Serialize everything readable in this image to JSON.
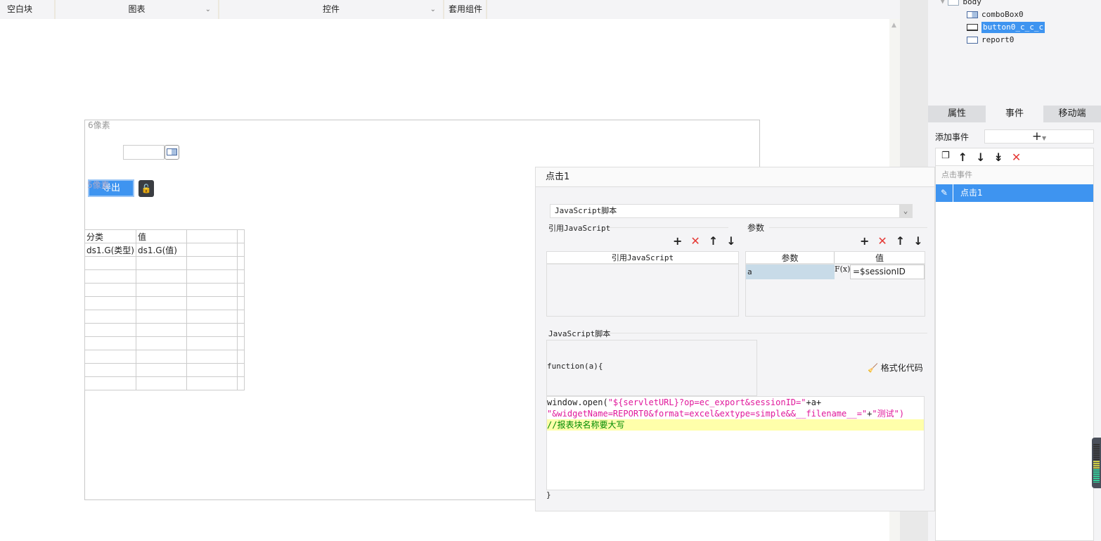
{
  "toolbar": {
    "blank_block": "空白块",
    "chart": "图表",
    "widget": "控件",
    "template_widget": "套用组件"
  },
  "tree": {
    "root": "body",
    "items": [
      "comboBox0",
      "button0_c_c_c",
      "report0"
    ],
    "selected": "button0_c_c_c"
  },
  "right_tabs": [
    "属性",
    "事件",
    "移动端"
  ],
  "events": {
    "add_label": "添加事件",
    "category": "点击事件",
    "items": [
      "点击1"
    ]
  },
  "canvas": {
    "margin_top_label": "6像素",
    "margin_left_label": "5像素",
    "button_label": "导出",
    "report": {
      "headers": [
        "分类",
        "值"
      ],
      "row": [
        "ds1.G(类型)",
        "ds1.G(值)"
      ]
    }
  },
  "dialog": {
    "title": "点击1",
    "type_select": "JavaScript脚本",
    "ref_js_section": "引用JavaScript",
    "ref_js_column": "引用JavaScript",
    "params_section": "参数",
    "params_columns": [
      "参数",
      "值"
    ],
    "params": [
      {
        "name": "a",
        "value": "=$sessionID"
      }
    ],
    "formula_icon_label": "F(x)",
    "script_section": "JavaScript脚本",
    "func_header": "function(a){",
    "format_button": "格式化代码",
    "code": {
      "l1_a": "window.open(",
      "l1_b": "\"${servletURL}?op=ec_export&sessionID=\"",
      "l1_c": "+a+",
      "l2_a": "\"&widgetName=REPORT0&format=excel&extype=simple&&__filename__=\"",
      "l2_b": "+",
      "l2_c": "\"测试\")",
      "l3": "//报表块名称要大写"
    },
    "func_footer": "}"
  },
  "colors": {
    "accent": "#3e94f0",
    "string": "#e0189b",
    "comment": "#008a00",
    "highlight": "#ffffaa"
  }
}
